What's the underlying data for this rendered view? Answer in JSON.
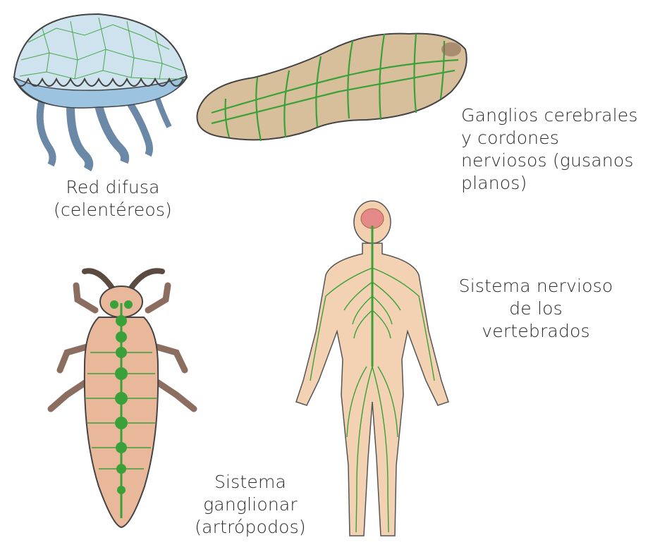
{
  "labels": {
    "jellyfish": [
      "Red difusa",
      "(celentéreos)"
    ],
    "flatworm": [
      "Ganglios cerebrales",
      "y cordones",
      "nerviosos (gusanos",
      "planos)"
    ],
    "vertebrate": [
      "Sistema nervioso",
      "de los",
      "vertebrados"
    ],
    "arthropod": [
      "Sistema",
      "ganglionar",
      "(artrópodos)"
    ]
  },
  "colors": {
    "nerve": "#3aa13a",
    "skin": "#e9b79a",
    "worm": "#d8bf9c",
    "jelly": "#b9d6ea",
    "outline": "#333333"
  },
  "icons": [
    "jellyfish-illustration",
    "flatworm-illustration",
    "insect-illustration",
    "human-illustration"
  ]
}
